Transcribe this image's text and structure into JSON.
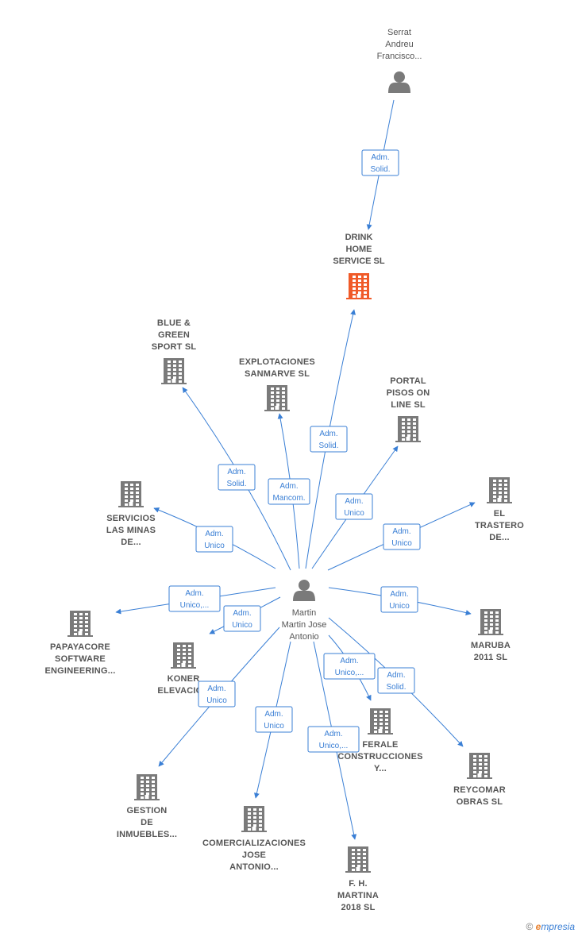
{
  "colors": {
    "edge": "#3a7fd5",
    "node_icon": "#7a7a7a",
    "target_icon": "#f05a28",
    "label": "#555555"
  },
  "nodes": [
    {
      "id": "serrat",
      "kind": "person",
      "lines": [
        "Serrat",
        "Andreu",
        "Francisco..."
      ]
    },
    {
      "id": "drink",
      "kind": "target",
      "lines": [
        "DRINK",
        "HOME",
        "SERVICE  SL"
      ]
    },
    {
      "id": "bluegreen",
      "kind": "company",
      "lines": [
        "BLUE &",
        "GREEN",
        "SPORT SL"
      ]
    },
    {
      "id": "explot",
      "kind": "company",
      "lines": [
        "EXPLOTACIONES",
        "SANMARVE SL"
      ]
    },
    {
      "id": "portal",
      "kind": "company",
      "lines": [
        "PORTAL",
        "PISOS ON",
        "LINE SL"
      ]
    },
    {
      "id": "servicios",
      "kind": "company",
      "lines": [
        "SERVICIOS",
        "LAS MINAS",
        "DE..."
      ]
    },
    {
      "id": "trastero",
      "kind": "company",
      "lines": [
        "EL",
        "TRASTERO",
        "DE..."
      ]
    },
    {
      "id": "martin",
      "kind": "person",
      "lines": [
        "Martin",
        "Martin Jose",
        "Antonio"
      ]
    },
    {
      "id": "papaya",
      "kind": "company",
      "lines": [
        "PAPAYACORE",
        "SOFTWARE",
        "ENGINEERING..."
      ]
    },
    {
      "id": "koner",
      "kind": "company",
      "lines": [
        "KONER",
        "ELEVACION"
      ]
    },
    {
      "id": "maruba",
      "kind": "company",
      "lines": [
        "MARUBA",
        "2011 SL"
      ]
    },
    {
      "id": "ferale",
      "kind": "company",
      "lines": [
        "FERALE",
        "CONSTRUCCIONES",
        "Y..."
      ]
    },
    {
      "id": "reycomar",
      "kind": "company",
      "lines": [
        "REYCOMAR",
        "OBRAS SL"
      ]
    },
    {
      "id": "gestion",
      "kind": "company",
      "lines": [
        "GESTION",
        "DE",
        "INMUEBLES..."
      ]
    },
    {
      "id": "comercial",
      "kind": "company",
      "lines": [
        "COMERCIALIZACIONES",
        "JOSE",
        "ANTONIO..."
      ]
    },
    {
      "id": "fh",
      "kind": "company",
      "lines": [
        "F.  H.",
        "MARTINA",
        "2018  SL"
      ]
    }
  ],
  "edges": [
    {
      "from": "serrat",
      "to": "drink",
      "label": [
        "Adm.",
        "Solid."
      ]
    },
    {
      "from": "martin",
      "to": "drink",
      "label": [
        "Adm.",
        "Solid."
      ]
    },
    {
      "from": "martin",
      "to": "bluegreen",
      "label": [
        "Adm.",
        "Solid."
      ]
    },
    {
      "from": "martin",
      "to": "explot",
      "label": [
        "Adm.",
        "Mancom."
      ]
    },
    {
      "from": "martin",
      "to": "portal",
      "label": [
        "Adm.",
        "Unico"
      ]
    },
    {
      "from": "martin",
      "to": "servicios",
      "label": [
        "Adm.",
        "Unico"
      ]
    },
    {
      "from": "martin",
      "to": "trastero",
      "label": [
        "Adm.",
        "Unico"
      ]
    },
    {
      "from": "martin",
      "to": "papaya",
      "label": [
        "Adm.",
        "Unico,..."
      ]
    },
    {
      "from": "martin",
      "to": "koner",
      "label": [
        "Adm.",
        "Unico"
      ]
    },
    {
      "from": "martin",
      "to": "maruba",
      "label": [
        "Adm.",
        "Unico"
      ]
    },
    {
      "from": "martin",
      "to": "ferale",
      "label": [
        "Adm.",
        "Unico,..."
      ]
    },
    {
      "from": "martin",
      "to": "reycomar",
      "label": [
        "Adm.",
        "Solid."
      ]
    },
    {
      "from": "martin",
      "to": "gestion",
      "label": [
        "Adm.",
        "Unico"
      ]
    },
    {
      "from": "martin",
      "to": "comercial",
      "label": [
        "Adm.",
        "Unico"
      ]
    },
    {
      "from": "martin",
      "to": "fh",
      "label": [
        "Adm.",
        "Unico,..."
      ]
    }
  ],
  "copyright": {
    "symbol": "©",
    "brand_initial": "e",
    "brand_rest": "mpresia"
  }
}
